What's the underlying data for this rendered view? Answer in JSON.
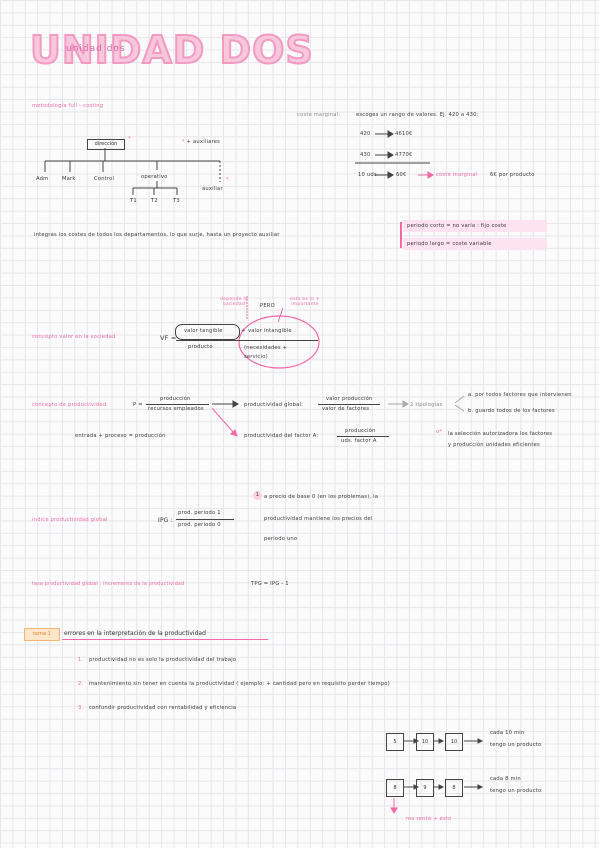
{
  "header": {
    "title": "UNIDAD DOS",
    "subtitle": "unidad dos"
  },
  "left_section": {
    "methodology": "metodología full - costing",
    "org_chart": {
      "root": "dirección",
      "children": [
        "Adm",
        "Mark",
        "Control",
        "operativo",
        "auxiliar"
      ],
      "sub": [
        "T1",
        "T2",
        "T3"
      ],
      "note": "+ auxiliares"
    },
    "integration_text": "integras los costes de todos los departamentos, lo que surje, hasta un proyecto auxiliar"
  },
  "right_section": {
    "marginal_cost_label": "coste marginal:",
    "marginal_cost_text": "escoges un rango de valores. Ej. 420 a 430:",
    "rows": [
      {
        "a": "420",
        "b": "4610€"
      },
      {
        "a": "430",
        "b": "4770€"
      }
    ],
    "diff_left": "10 uds",
    "diff_mid": "60€",
    "diff_right": "coste marginal",
    "diff_tail": "6€ por producto",
    "periods": {
      "short": "periodo corto = no varía : fijo coste",
      "long": "periodo largo = coste variable"
    }
  },
  "value_section": {
    "annotation_left": "depende la sociedad",
    "annotation_mid": "PERO",
    "annotation_right": "esto es lo + importante",
    "label": "concepto valor en la sociedad",
    "vf": "VF =",
    "numerator_left": "valor tangible",
    "plus": "+",
    "numerator_right": "valor intangible",
    "denominator_left": "producto",
    "denominator_right": "(necesidades + servicio)"
  },
  "productivity": {
    "label": "concepto de productividad",
    "p_eq": "P =",
    "p_num": "producción",
    "p_den": "recursos empleados",
    "global_label": "productividad global:",
    "global_num": "valor producción",
    "global_den": "valor de factores",
    "two_types": "2 tipologías",
    "type1": "a. por todos factores que intervienen",
    "type2": "b. guardo todos de los factores",
    "partial_label": "productividad del factor A:",
    "partial_num": "producción",
    "partial_den": "uds. factor A",
    "formula": "entrada + proceso = producción",
    "note_star": "o*",
    "note_text1": "la selección autorizadora los factores",
    "note_text2": "y producción unidades eficientes"
  },
  "ipg": {
    "label": "índice productividad global",
    "eq": "IPG :",
    "num": "prod. periodo 1",
    "den": "prod. periodo 0",
    "note_num": "1",
    "note1": "a precio de base 0 (en los problemas), la",
    "note2": "productividad mantiene los precios del",
    "note3": "periodo uno"
  },
  "tpg": {
    "label": "tasa productividad global : incremento de la productividad",
    "formula": "TPG = IPG - 1"
  },
  "errors": {
    "badge": "tema 1",
    "title": "errores en la interpretación de la productividad",
    "items": [
      {
        "num": "1.",
        "text": "productividad  no es solo la productividad del  trabajo"
      },
      {
        "num": "2.",
        "text": "mantenimiento sin tener en cuenta la productividad  ( ejemplo: + cantidad pero en requisito perder tiempo)"
      },
      {
        "num": "3.",
        "text": "confundir productividad con rentabilidad y eficiencia"
      }
    ]
  },
  "process": {
    "row1": [
      "5",
      "10",
      "10"
    ],
    "row1_text1": "cada 10 min",
    "row1_text2": "tengo un producto",
    "row2": [
      "8",
      "9",
      "8"
    ],
    "row2_text1": "cada 8 min",
    "row2_text2": "tengo un producto",
    "note": "me renta + esto"
  },
  "colors": {
    "pink": "#f06aa6",
    "pink_light": "#fde3ef",
    "title_fill": "#f7c7dc"
  }
}
